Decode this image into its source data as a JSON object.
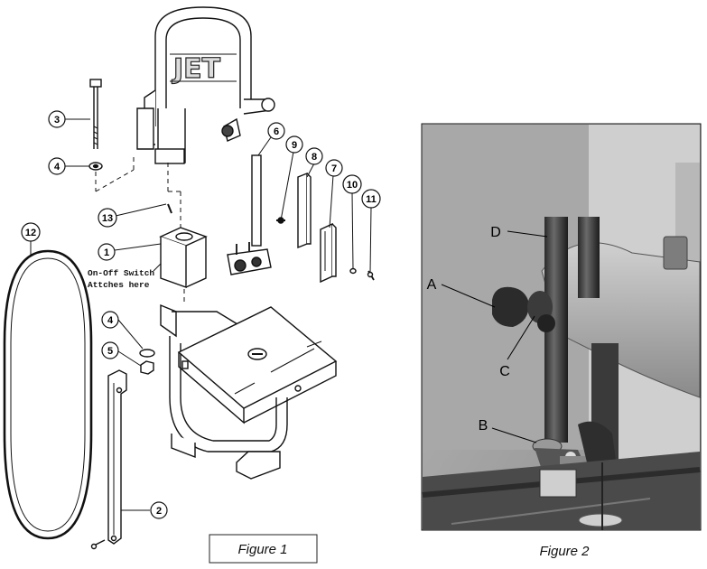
{
  "figure1": {
    "caption": "Figure 1",
    "logo_text": "JET",
    "switch_note": [
      "On-Off Switch",
      "Attches here"
    ],
    "callouts": [
      {
        "id": "callout-1",
        "num": "1"
      },
      {
        "id": "callout-2",
        "num": "2"
      },
      {
        "id": "callout-3",
        "num": "3"
      },
      {
        "id": "callout-4a",
        "num": "4"
      },
      {
        "id": "callout-4b",
        "num": "4"
      },
      {
        "id": "callout-5",
        "num": "5"
      },
      {
        "id": "callout-6",
        "num": "6"
      },
      {
        "id": "callout-7",
        "num": "7"
      },
      {
        "id": "callout-8",
        "num": "8"
      },
      {
        "id": "callout-9",
        "num": "9"
      },
      {
        "id": "callout-10",
        "num": "10"
      },
      {
        "id": "callout-11",
        "num": "11"
      },
      {
        "id": "callout-12",
        "num": "12"
      },
      {
        "id": "callout-13",
        "num": "13"
      }
    ]
  },
  "figure2": {
    "caption": "Figure 2",
    "labels": {
      "a": "A",
      "b": "B",
      "c": "C",
      "d": "D"
    }
  }
}
